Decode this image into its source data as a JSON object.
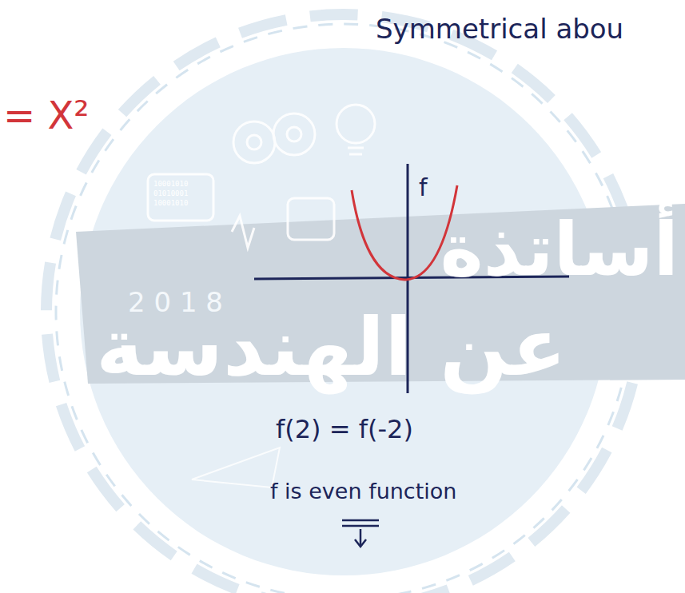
{
  "diagram": {
    "labels": [
      "Symmetrical abou",
      "= X²",
      "f",
      "f(2) = f(-2)",
      "f is even function",
      "أساتذة",
      "عن الهندسة",
      "2 0 1 8",
      "10001010",
      "01010001",
      "10001010"
    ]
  }
}
